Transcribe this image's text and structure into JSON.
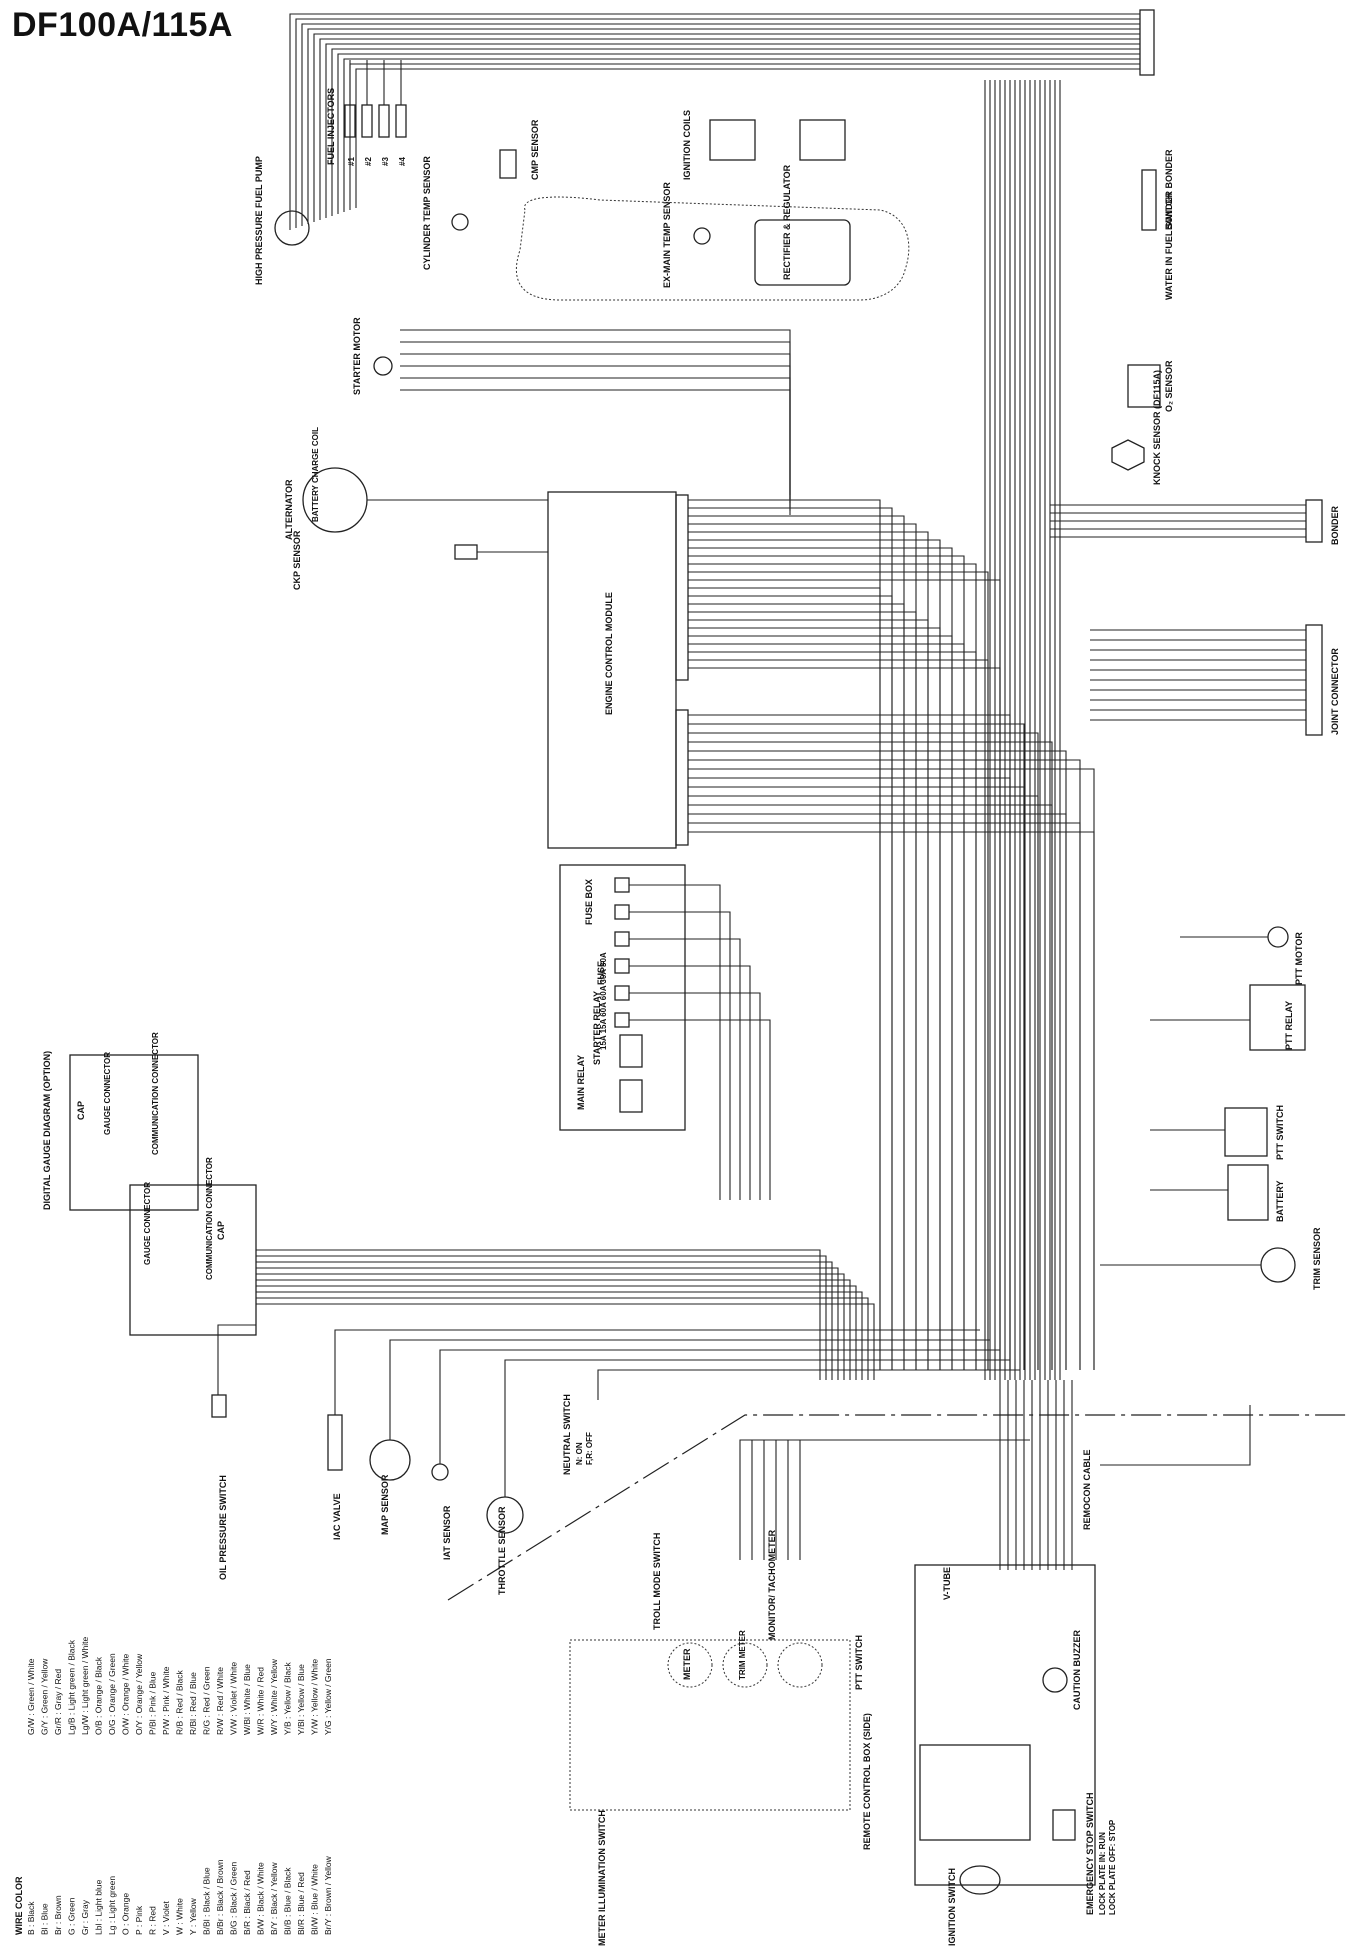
{
  "title": "DF100A/115A",
  "components": {
    "fuel_pump": "HIGH PRESSURE FUEL PUMP",
    "fuel_injectors": "FUEL INJECTORS",
    "injector_nums": [
      "#1",
      "#2",
      "#3",
      "#4"
    ],
    "cmp_sensor": "CMP SENSOR",
    "cylinder_temp": "CYLINDER TEMP SENSOR",
    "ignition_coils": "IGNITION COILS",
    "ex_main_temp": "EX-MAIN TEMP SENSOR",
    "rectifier": "RECTIFIER & REGULATOR",
    "bonder_bonder": "BONDER BONDER",
    "water_switch": "WATER IN FUEL SWITCH",
    "o2_sensor": "O₂ SENSOR",
    "knock_sensor": "KNOCK SENSOR (DF115A)",
    "bonder": "BONDER",
    "joint_connector": "JOINT CONNECTOR",
    "starter_motor": "STARTER MOTOR",
    "alternator": "ALTERNATOR",
    "battery_charge_coil": "BATTERY CHARGE COIL",
    "ckp_sensor": "CKP SENSOR",
    "ecm": "ENGINE CONTROL MODULE",
    "fuse_box": "FUSE BOX",
    "fuse": "FUSE",
    "fuse_ratings": "15A 15A 60A 60A 30A 30A",
    "main_relay": "MAIN RELAY",
    "starter_relay": "STARTER RELAY",
    "ptt_motor": "PTT MOTOR",
    "ptt_relay": "PTT RELAY",
    "ptt_switch": "PTT SWITCH",
    "battery": "BATTERY",
    "trim_sensor": "TRIM SENSOR",
    "digital_gauge": "DIGITAL GAUGE DIAGRAM (OPTION)",
    "cap": "CAP",
    "gauge_connector": "GAUGE CONNECTOR",
    "communication_connector": "COMMUNICATION CONNECTOR",
    "oil_pressure": "OIL PRESSURE SWITCH",
    "iac_valve": "IAC VALVE",
    "map_sensor": "MAP SENSOR",
    "iat_sensor": "IAT SENSOR",
    "throttle_sensor": "THROTTLE SENSOR",
    "neutral_switch": "NEUTRAL SWITCH",
    "neutral_on": "N: ON",
    "neutral_off": "F,R: OFF",
    "remocon_cable": "REMOCON CABLE",
    "troll_mode": "TROLL MODE SWITCH",
    "monitor_tach": "MONITOR/ TACHOMETER",
    "meter": "METER",
    "trim_meter": "TRIM METER",
    "ptt_switch_2": "PTT SWITCH",
    "v_tube": "V-TUBE",
    "caution_buzzer": "CAUTION BUZZER",
    "emergency_stop": "EMERGENCY STOP SWITCH",
    "lock_plate_run": "LOCK PLATE IN: RUN",
    "lock_plate_stop": "LOCK PLATE OFF: STOP",
    "remote_box": "REMOTE CONTROL BOX (SIDE)",
    "meter_illum": "METER ILLUMINATION SWITCH",
    "ignition_switch": "IGNITION SWITCH"
  },
  "wire_color": {
    "heading": "WIRE COLOR",
    "col1": [
      "B   : Black",
      "Bl  : Blue",
      "Br  : Brown",
      "G   : Green",
      "Gr  : Gray",
      "Lbl : Light blue",
      "Lg  : Light green",
      "O   : Orange",
      "P   : Pink",
      "R   : Red",
      "V   : Violet",
      "W   : White",
      "Y   : Yellow",
      "B/Bl : Black / Blue",
      "B/Br : Black / Brown",
      "B/G : Black / Green",
      "B/R : Black / Red",
      "B/W : Black / White",
      "B/Y : Black / Yellow",
      "Bl/B : Blue / Black",
      "Bl/R : Blue / Red",
      "Bl/W : Blue / White",
      "Br/Y : Brown / Yellow"
    ],
    "col2": [
      "G/W : Green / White",
      "G/Y : Green / Yellow",
      "Gr/R : Gray / Red",
      "Lg/B : Light green / Black",
      "Lg/W : Light green / White",
      "O/B : Orange / Black",
      "O/G : Orange / Green",
      "O/W : Orange / White",
      "O/Y : Orange / Yellow",
      "P/Bl : Pink / Blue",
      "P/W : Pink / White",
      "R/B : Red / Black",
      "R/Bl : Red / Blue",
      "R/G : Red / Green",
      "R/W : Red / White",
      "V/W : Violet / White",
      "W/Bl : White / Blue",
      "W/R : White / Red",
      "W/Y : White / Yellow",
      "Y/B : Yellow / Black",
      "Y/Bl : Yellow / Blue",
      "Y/W : Yellow / White",
      "Y/G : Yellow / Green"
    ]
  }
}
